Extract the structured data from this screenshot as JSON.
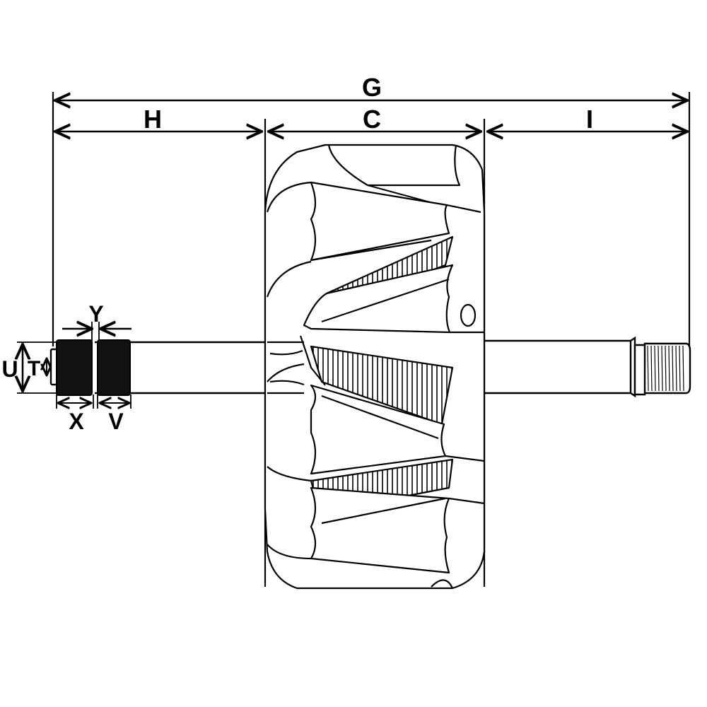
{
  "diagram": {
    "labels": {
      "G": "G",
      "H": "H",
      "C": "C",
      "I": "I",
      "Y": "Y",
      "U": "U",
      "T": "T",
      "X": "X",
      "V": "V"
    },
    "colors": {
      "line": "#000000",
      "background": "#ffffff",
      "slip_ring": "#111111"
    }
  }
}
